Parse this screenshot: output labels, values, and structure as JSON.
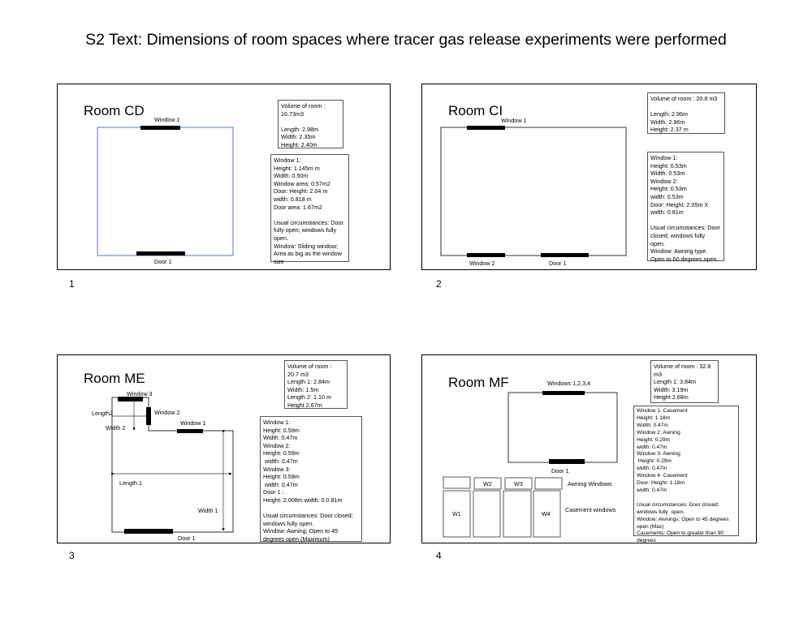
{
  "title": "S2 Text: Dimensions of room spaces where tracer gas release experiments were performed",
  "panels": [
    {
      "number": "1",
      "room": "Room CD",
      "labels": {
        "window1": "Window 1",
        "door1": "Door 1"
      },
      "box1": "Volume of room :\n16.73m3\n\nLength: 2.98m\nWidth: 2.35m\nHeight: 2.40m",
      "box2": "Window 1:\nHeight: 1.145m m\nWidth: 0.50m\nWindow area: 0.57m2\nDoor: Height: 2.04 m\nwidth: 0.818 m\nDoor area: 1.67m2\n\nUsual circumstances: Door fully open; windows fully open.\nWindow: Sliding window; Area as big as the window size"
    },
    {
      "number": "2",
      "room": "Room CI",
      "labels": {
        "window1": "Window 1",
        "window2": "Window 2",
        "door1": "Door 1"
      },
      "box1": "Volume of room : 20.8 m3\n\nLength: 2.96m\nWidth: 2.96m\nHeight: 2.37 m",
      "box2": "Window 1:\nHeight: 0.53m\nWidth: 0.53m\nWindow 2:\nHeight: 0.53m\nwidth: 0.53m\nDoor: Height: 2.05m X width: 0.81m\n\nUsual circumstances: Door closed; windows fully open.\nWindow: Awning type.\nOpen to 60 degrees open."
    },
    {
      "number": "3",
      "room": "Room ME",
      "labels": {
        "window1": "Window 1",
        "window2": "Window 2",
        "window3": "Window 3",
        "door1": "Door 1",
        "length1": "Length 1",
        "width1": "Width 1",
        "length2": "Length2",
        "width2": "Width 2"
      },
      "box1": "Volume of room : 20.7 m3\nLength 1: 2.84m\nWidth: 1.5m\nLength 2: 1.10 m\nHeight 2.67m",
      "box2": "Window 1:\nHeight: 0.59m\nWidth: 0.47m\nWindow 2:\nHeight: 0.59m\n width: 0.47m\nWindow 3:\nHeight: 0.59m\n width: 0.47m\nDoor 1 :\nHeight: 2.008m width: 0.0.81m\n\nUsual circumstances: Door closed; windows fully open.\nWindow: Awning; Open to 45 degrees open (Maximum)"
    },
    {
      "number": "4",
      "room": "Room MF",
      "labels": {
        "windows": "Windows 1,2,3,4",
        "door1": "Door 1",
        "w1": "W1",
        "w2": "W2",
        "w3": "W3",
        "w4": "W4",
        "awning": "Awning Windows",
        "casement": "Casement windows"
      },
      "box1": "Volume of room : 32.8 m3\nLength 1: 3.84m\nWidth: 3.19m\nHeight 2.68m",
      "box2": "Window 1: Casement\nHeight: 1.18m\nWidth: 0.47m\nWindow 2: Awning\nHeight: 0.29m\nwidth: 0.47m\nWindow 3: Awning\n Height: 0.29m\nwidth: 0.47m\nWindow 4: Casement\nDoor: Height: 1.18m\nwidth: 0.47m\n\nUsual circumstances: Door closed; windows fully  open.\nWindow: Awnings: Open to 45 degrees open (Max)\nCasements: Open to greater than 90 degrees"
    }
  ]
}
